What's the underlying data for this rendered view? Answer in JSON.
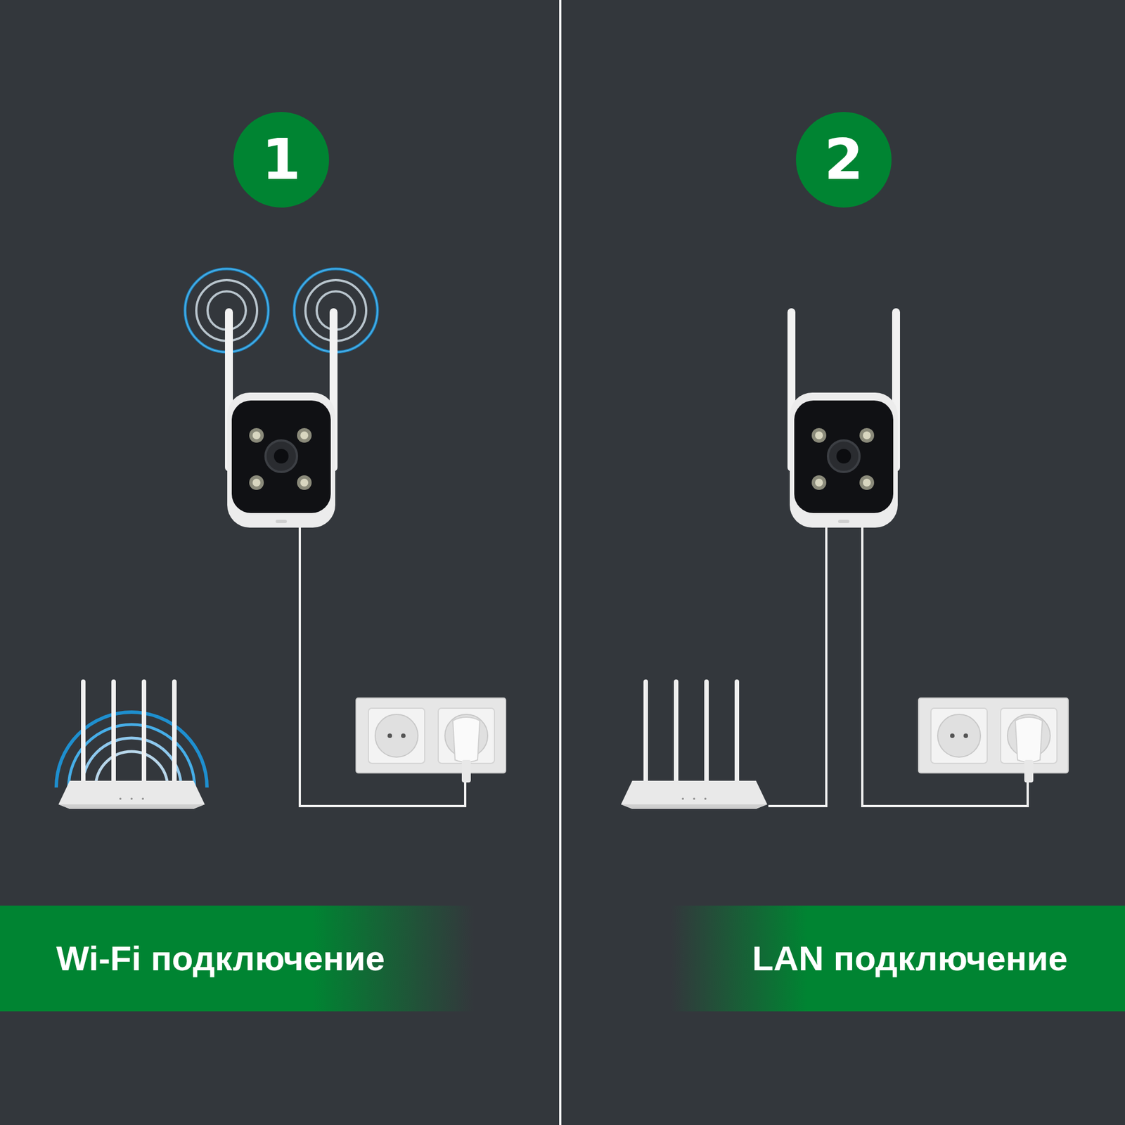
{
  "diagram": {
    "nodes": [
      {
        "text": [
          "1"
        ]
      },
      {
        "text": [
          "2"
        ]
      },
      {
        "text": [
          "Wi-Fi подключение"
        ]
      },
      {
        "text": [
          "LAN подключение"
        ]
      }
    ]
  }
}
